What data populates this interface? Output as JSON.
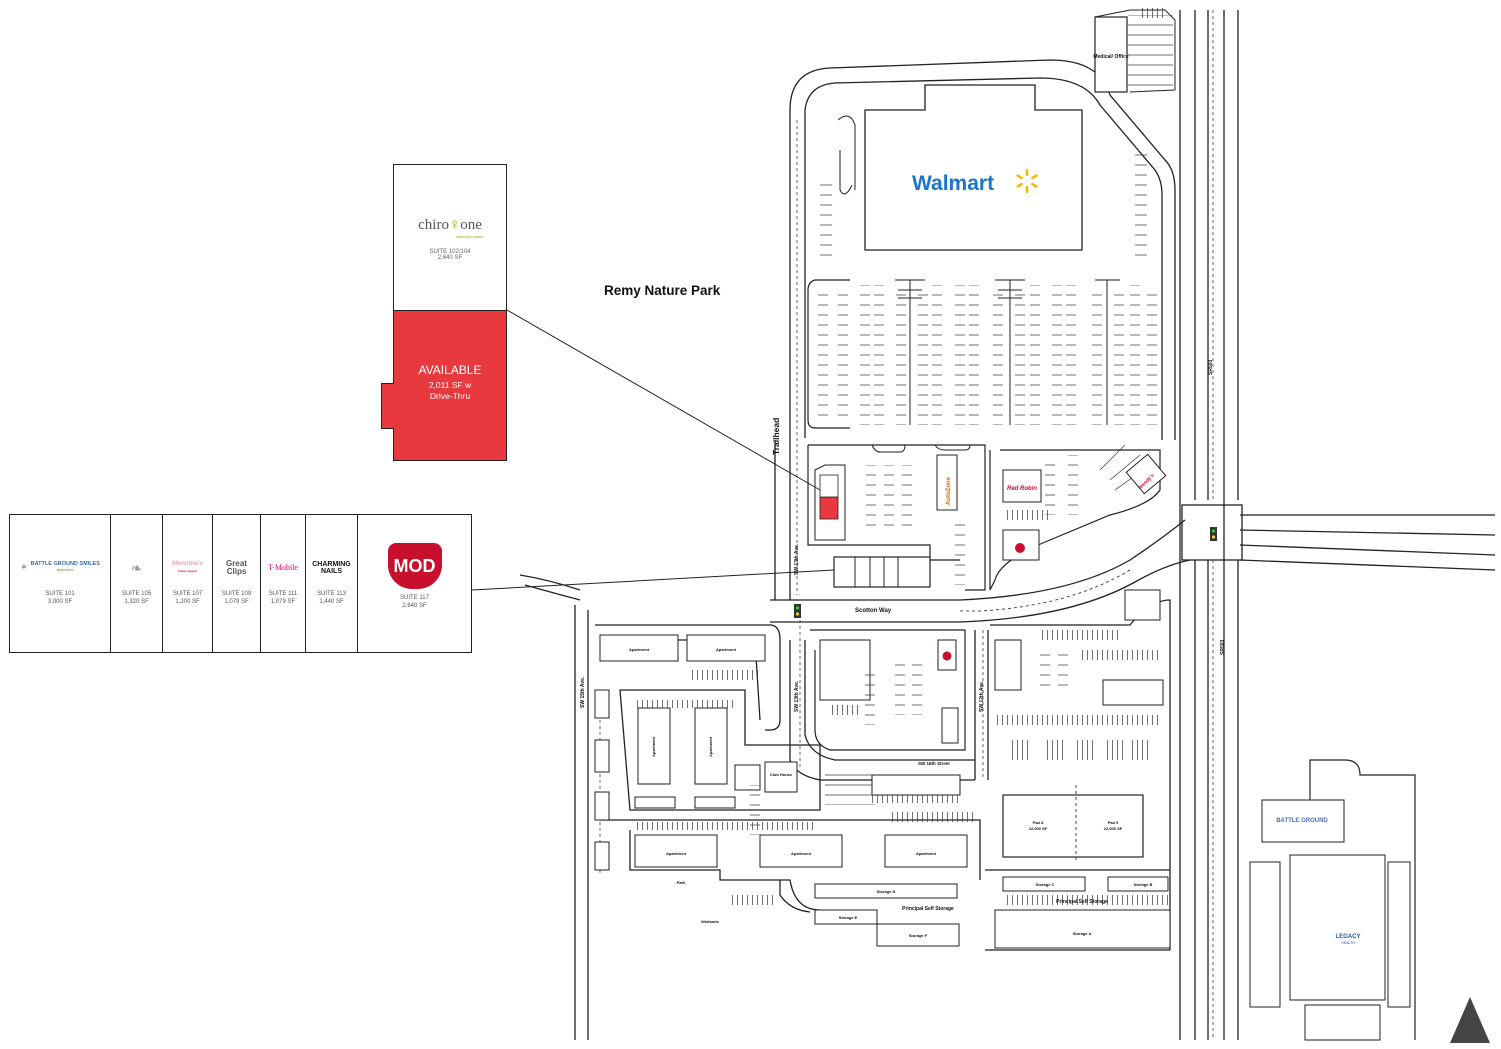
{
  "park_label": "Remy Nature Park",
  "trailhead_label": "Trailhead",
  "walmart": {
    "name": "Walmart",
    "brand_color": "#1a75cf",
    "spark_color": "#f6b800"
  },
  "medical_office": "Medical/ Office",
  "chiro": {
    "name": "chiro",
    "name_suffix": "one",
    "tagline": "wellness center",
    "suite": "SUITE 102/104",
    "sf": "2,640 SF"
  },
  "available": {
    "title": "AVAILABLE",
    "line1": "2,011 SF w",
    "line2": "Drive-Thru",
    "color": "#e8393e"
  },
  "tenants": [
    {
      "name": "BATTLE GROUND SMILES",
      "sub": "DENTISTRY",
      "suite": "SUITE 101",
      "sf": "3,000 SF"
    },
    {
      "name": "",
      "sub": "",
      "suite": "SUITE 105",
      "sf": "1,320 SF"
    },
    {
      "name": "Menchie's",
      "sub": "frozen yogurt",
      "suite": "SUITE 107",
      "sf": "1,200 SF"
    },
    {
      "name": "Great Clips",
      "sub": "",
      "suite": "SUITE 109",
      "sf": "1,079 SF"
    },
    {
      "name": "T-Mobile",
      "sub": "",
      "suite": "SUITE 111",
      "sf": "1,079 SF"
    },
    {
      "name": "CHARMING NAILS",
      "sub": "",
      "suite": "SUITE 113",
      "sf": "1,440 SF"
    },
    {
      "name": "MOD",
      "sub": "",
      "suite": "SUITE 117",
      "sf": "2,640 SF"
    }
  ],
  "streets": {
    "scotton": "Scotton Way",
    "sw13_north": "SW 13th Ave.",
    "sw13_south": "SW 13th Ave.",
    "sw12": "SW 12th Ave.",
    "sw15": "SW 15th Ave.",
    "sw16": "SW 16th Street",
    "sr503_north": "SR503",
    "sr503_south": "SR503"
  },
  "buildings": {
    "apartment": "Apartment",
    "club_house": "Club House",
    "park": "Park",
    "wetlands": "Wetlands",
    "pad8_name": "Pad 8",
    "pad8_sf": "22,000 SF",
    "pad9_name": "Pad 9",
    "pad9_sf": "22,000 SF",
    "storage_a": "Storage A",
    "storage_b": "Storage B",
    "storage_c": "Storage C",
    "storage_d": "Storage D",
    "storage_e": "Storage E",
    "storage_f": "Storage F",
    "principal_storage": "Principal Self Storage",
    "battle_ground": "BATTLE GROUND",
    "legacy": "LEGACY",
    "legacy_sub": "HEALTH",
    "red_robin": "Red Robin",
    "autozone": "AutoZone",
    "wendys": "Wendy's"
  },
  "north_label": "N",
  "colors": {
    "mod_red": "#c8102e",
    "tmobile": "#e20074",
    "legacy_blue": "#1f5aa6",
    "bg_blue": "#4d6fb3"
  }
}
